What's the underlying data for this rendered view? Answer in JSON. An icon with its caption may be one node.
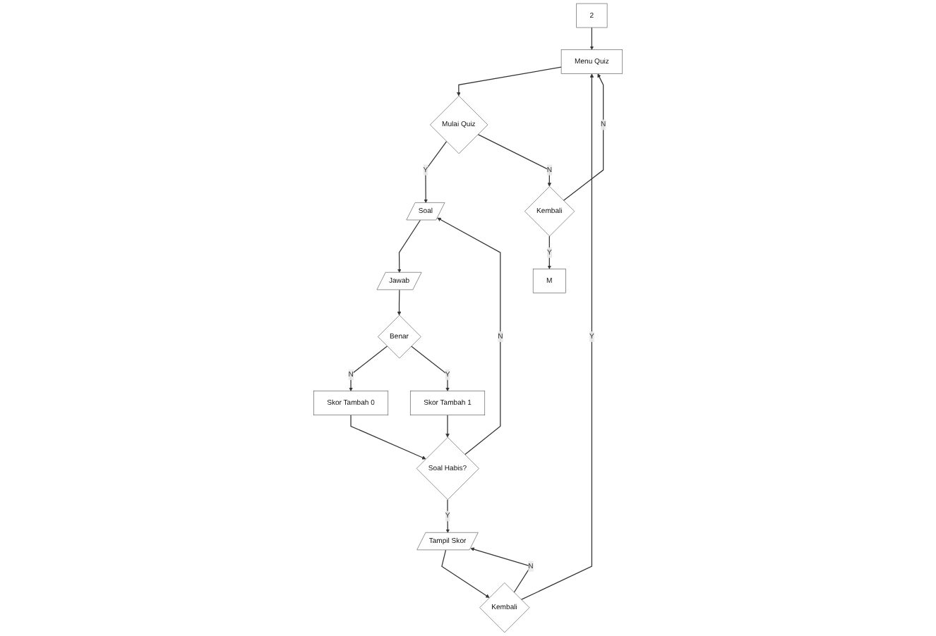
{
  "diagram": {
    "nodes": [
      {
        "text": [
          "2"
        ]
      },
      {
        "text": [
          "Menu Quiz"
        ]
      },
      {
        "text": [
          "Mulai Quiz"
        ]
      },
      {
        "text": [
          "Soal"
        ]
      },
      {
        "text": [
          "Jawab"
        ]
      },
      {
        "text": [
          "Benar"
        ]
      },
      {
        "text": [
          "Skor Tambah 0"
        ]
      },
      {
        "text": [
          "Skor Tambah 1"
        ]
      },
      {
        "text": [
          "Soal Habis?"
        ]
      },
      {
        "text": [
          "Tampil Skor"
        ]
      },
      {
        "text": [
          "Kembali"
        ]
      },
      {
        "text": [
          "Kembali"
        ]
      },
      {
        "text": [
          "M"
        ]
      }
    ],
    "edges": [
      {
        "from": 0,
        "to": 1,
        "arrow": "to"
      },
      {
        "from": 1,
        "to": 2,
        "arrow": "to"
      },
      {
        "from": 2,
        "to": 3,
        "label": "Y",
        "arrow": "to"
      },
      {
        "from": 2,
        "to": 11,
        "label": "N",
        "arrow": "to"
      },
      {
        "from": 3,
        "to": 4,
        "arrow": "to"
      },
      {
        "from": 4,
        "to": 5,
        "arrow": "to"
      },
      {
        "from": 5,
        "to": 6,
        "label": "N",
        "arrow": "to"
      },
      {
        "from": 5,
        "to": 7,
        "label": "Y",
        "arrow": "to"
      },
      {
        "from": 6,
        "to": 8,
        "arrow": "to"
      },
      {
        "from": 7,
        "to": 8,
        "arrow": "to"
      },
      {
        "from": 8,
        "to": 3,
        "label": "N",
        "arrow": "to"
      },
      {
        "from": 8,
        "to": 9,
        "label": "Y",
        "arrow": "to"
      },
      {
        "from": 9,
        "to": 10,
        "arrow": "to"
      },
      {
        "from": 10,
        "to": 1,
        "label": "Y",
        "arrow": "to"
      },
      {
        "from": 10,
        "to": 9,
        "label": "N",
        "arrow": "to"
      },
      {
        "from": 11,
        "to": 1,
        "label": "N",
        "arrow": "to"
      },
      {
        "from": 11,
        "to": 12,
        "label": "Y",
        "arrow": "to"
      }
    ]
  }
}
